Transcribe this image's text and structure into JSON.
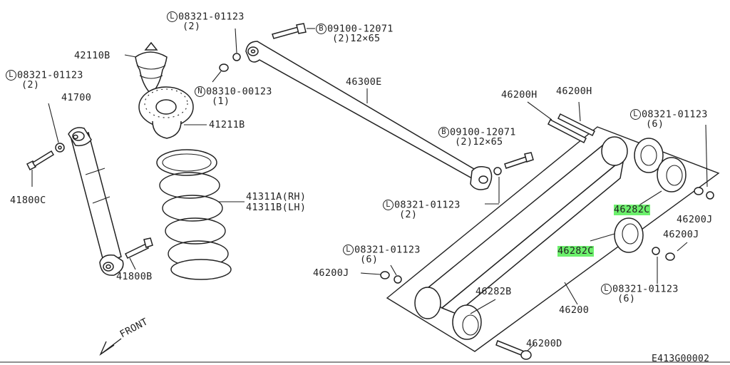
{
  "labels": {
    "l_08321_top": {
      "prefix": "L",
      "code": "08321-01123",
      "qty": "(2)"
    },
    "b_09100_top": {
      "prefix": "B",
      "code": "09100-12071",
      "qty": "(2)12×65"
    },
    "p42110b": "42110B",
    "l_08321_left": {
      "prefix": "L",
      "code": "08321-01123",
      "qty": "(2)"
    },
    "n_08310": {
      "prefix": "N",
      "code": "08310-00123",
      "qty": "(1)"
    },
    "p41700": "41700",
    "p41211b": "41211B",
    "p46300e": "46300E",
    "p46200h_a": "46200H",
    "p46200h_b": "46200H",
    "l_08321_right": {
      "prefix": "L",
      "code": "08321-01123",
      "qty": "(6)"
    },
    "b_09100_mid": {
      "prefix": "B",
      "code": "09100-12071",
      "qty": "(2)12×65"
    },
    "p41800c": "41800C",
    "p41311": "41311A(RH)\n41311B(LH)",
    "l_08321_mid": {
      "prefix": "L",
      "code": "08321-01123",
      "qty": "(2)"
    },
    "p46282c_a": "46282C",
    "p46200j_a": "46200J",
    "p46282c_b": "46282C",
    "p46200j_b": "46200J",
    "l_08321_center": {
      "prefix": "L",
      "code": "08321-01123",
      "qty": "(6)"
    },
    "p46200j_c": "46200J",
    "p41800b": "41800B",
    "p46282b": "46282B",
    "l_08321_bottom": {
      "prefix": "L",
      "code": "08321-01123",
      "qty": "(6)"
    },
    "p46200": "46200",
    "front": "FRONT",
    "p46200d": "46200D",
    "diagram_id": "E413G00002"
  },
  "colors": {
    "highlight": "#6cf06c",
    "line": "#222222"
  }
}
